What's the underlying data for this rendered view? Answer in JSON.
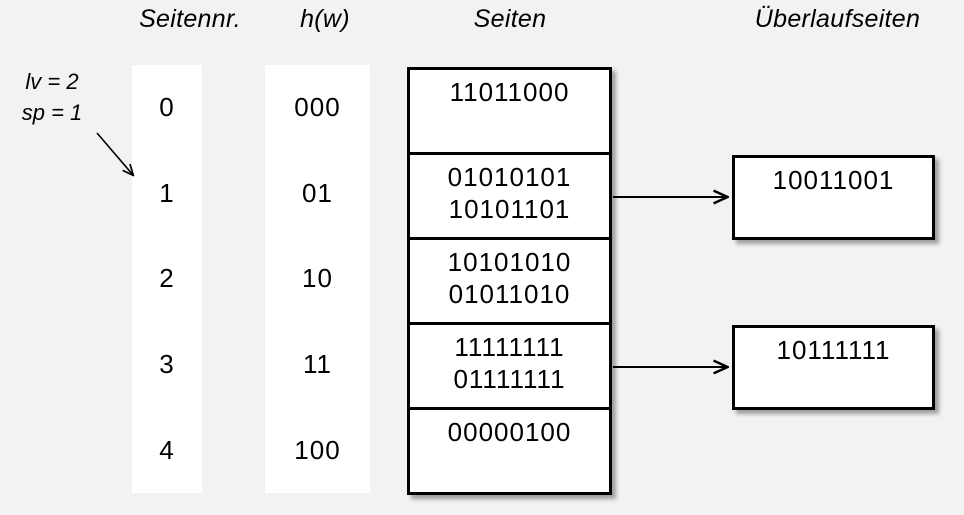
{
  "colors": {
    "background": "#f2f2f2",
    "box_fill": "#ffffff",
    "line": "#000000",
    "text": "#000000"
  },
  "headers": {
    "page_number": "Seitennr.",
    "hash_function": "h(w)",
    "pages": "Seiten",
    "overflow_pages": "Überlaufseiten"
  },
  "annotation": {
    "level": "lv = 2",
    "split_pointer": "sp = 1"
  },
  "table": {
    "rows": [
      {
        "page_number": "0",
        "hash": "000",
        "entries": [
          "11011000"
        ]
      },
      {
        "page_number": "1",
        "hash": "01",
        "entries": [
          "01010101",
          "10101101"
        ]
      },
      {
        "page_number": "2",
        "hash": "10",
        "entries": [
          "10101010",
          "01011010"
        ]
      },
      {
        "page_number": "3",
        "hash": "11",
        "entries": [
          "11111111",
          "01111111"
        ]
      },
      {
        "page_number": "4",
        "hash": "100",
        "entries": [
          "00000100"
        ]
      }
    ]
  },
  "overflow_pages": [
    {
      "value": "10011001",
      "from_page": "1"
    },
    {
      "value": "10111111",
      "from_page": "3"
    }
  ]
}
